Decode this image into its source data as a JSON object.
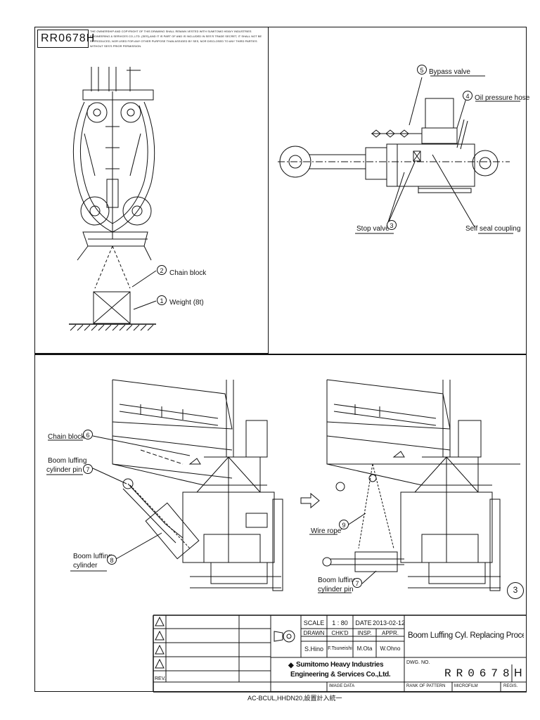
{
  "drawing_no_badge": "RR0678H",
  "ownership_notice": "THE OWNERSHIP AND COPYRIGHT OF THIS DRAWING SHALL REMAIN VESTED WITH SUMITOMO HEAVY INDUSTRIES ENGINEERING & SERVICES CO.,LTD. (SES),AND IT IS PART OF AND IS INCLUDED IN SES'S TRADE SECRET, IT SHALL NOT BE REPRODUCED, NOR USED FOR ANY OTHER PURPOSE THAN ASSIGED BY SES, NOR DISCLOSED TO ANY THIRD PARTIES WITHOUT SES'S PRIOR PERMISSION.",
  "callouts": {
    "c1": {
      "num": "1",
      "text": "Weight (8t)"
    },
    "c2": {
      "num": "2",
      "text": "Chain block"
    },
    "c3": {
      "num": "3",
      "text": "Stop valve"
    },
    "c4": {
      "num": "4",
      "text": "Oil pressure hose"
    },
    "c5": {
      "num": "5",
      "text": "Bypass valve"
    },
    "c_self": {
      "text": "Self seal coupling"
    },
    "c6": {
      "num": "6",
      "text": "Chain block"
    },
    "c7a": {
      "num": "7",
      "line1": "Boom luffing",
      "line2": "cylinder pin"
    },
    "c8": {
      "num": "8",
      "line1": "Boom luffing",
      "line2": "cylinder"
    },
    "c9": {
      "num": "9",
      "text": "Wire rope"
    },
    "c7b": {
      "num": "7",
      "line1": "Boom luffing",
      "line2": "cylinder pin"
    }
  },
  "sheet_number": "3",
  "title_block": {
    "scale_label": "SCALE",
    "scale_value": "1 : 80",
    "date_label": "DATE",
    "date_value": "2013-02-12",
    "drawn_label": "DRAWN",
    "chkd_label": "CHK'D",
    "insp_label": "INSP.",
    "appr_label": "APPR.",
    "drawn_name": "S.Hino",
    "chkd_name": "F.Tsuneishi",
    "insp_name": "M.Ota",
    "appr_name": "W.Ohno",
    "title": "Boom Luffing Cyl. Replacing Procedures",
    "company_line1": "Sumitomo Heavy Industries",
    "company_line2": "Engineering & Services Co.,Ltd.",
    "dwg_no_label": "DWG. NO.",
    "dwg_no": "RR0678",
    "dwg_rev": "H",
    "rev_label": "REV."
  },
  "footer": {
    "ref": "AC-BCUL,HHDN20,設置計入統一",
    "image_data": "IMAGE DATA",
    "rank": "RANK OF PATTERN",
    "microfilm": "MICROFILM",
    "regis": "REGIS."
  }
}
